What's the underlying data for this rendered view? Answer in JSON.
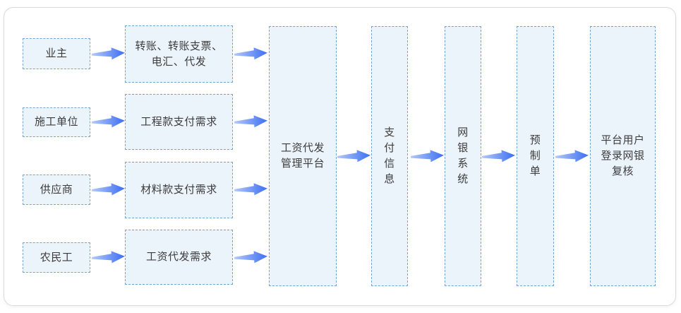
{
  "diagram": {
    "colors": {
      "box_fill": "#ecf4fb",
      "box_border": "#74a3d4",
      "arrow_start": "#b3c9f8",
      "arrow_end": "#3c6ef2",
      "text": "#3c3c3c",
      "frame_border": "#dadada"
    },
    "sources": [
      {
        "label": "业主"
      },
      {
        "label": "施工单位"
      },
      {
        "label": "供应商"
      },
      {
        "label": "农民工"
      }
    ],
    "requests": [
      {
        "label": "转账、转账支票、\n电汇、代发"
      },
      {
        "label": "工程款支付需求"
      },
      {
        "label": "材料款支付需求"
      },
      {
        "label": "工资代发需求"
      }
    ],
    "stages": [
      {
        "label": "工资代发\n管理平台"
      },
      {
        "label": "支\n付\n信\n息"
      },
      {
        "label": "网\n银\n系\n统"
      },
      {
        "label": "预\n制\n单"
      },
      {
        "label": "平台用户\n登录网银\n复核"
      }
    ]
  }
}
